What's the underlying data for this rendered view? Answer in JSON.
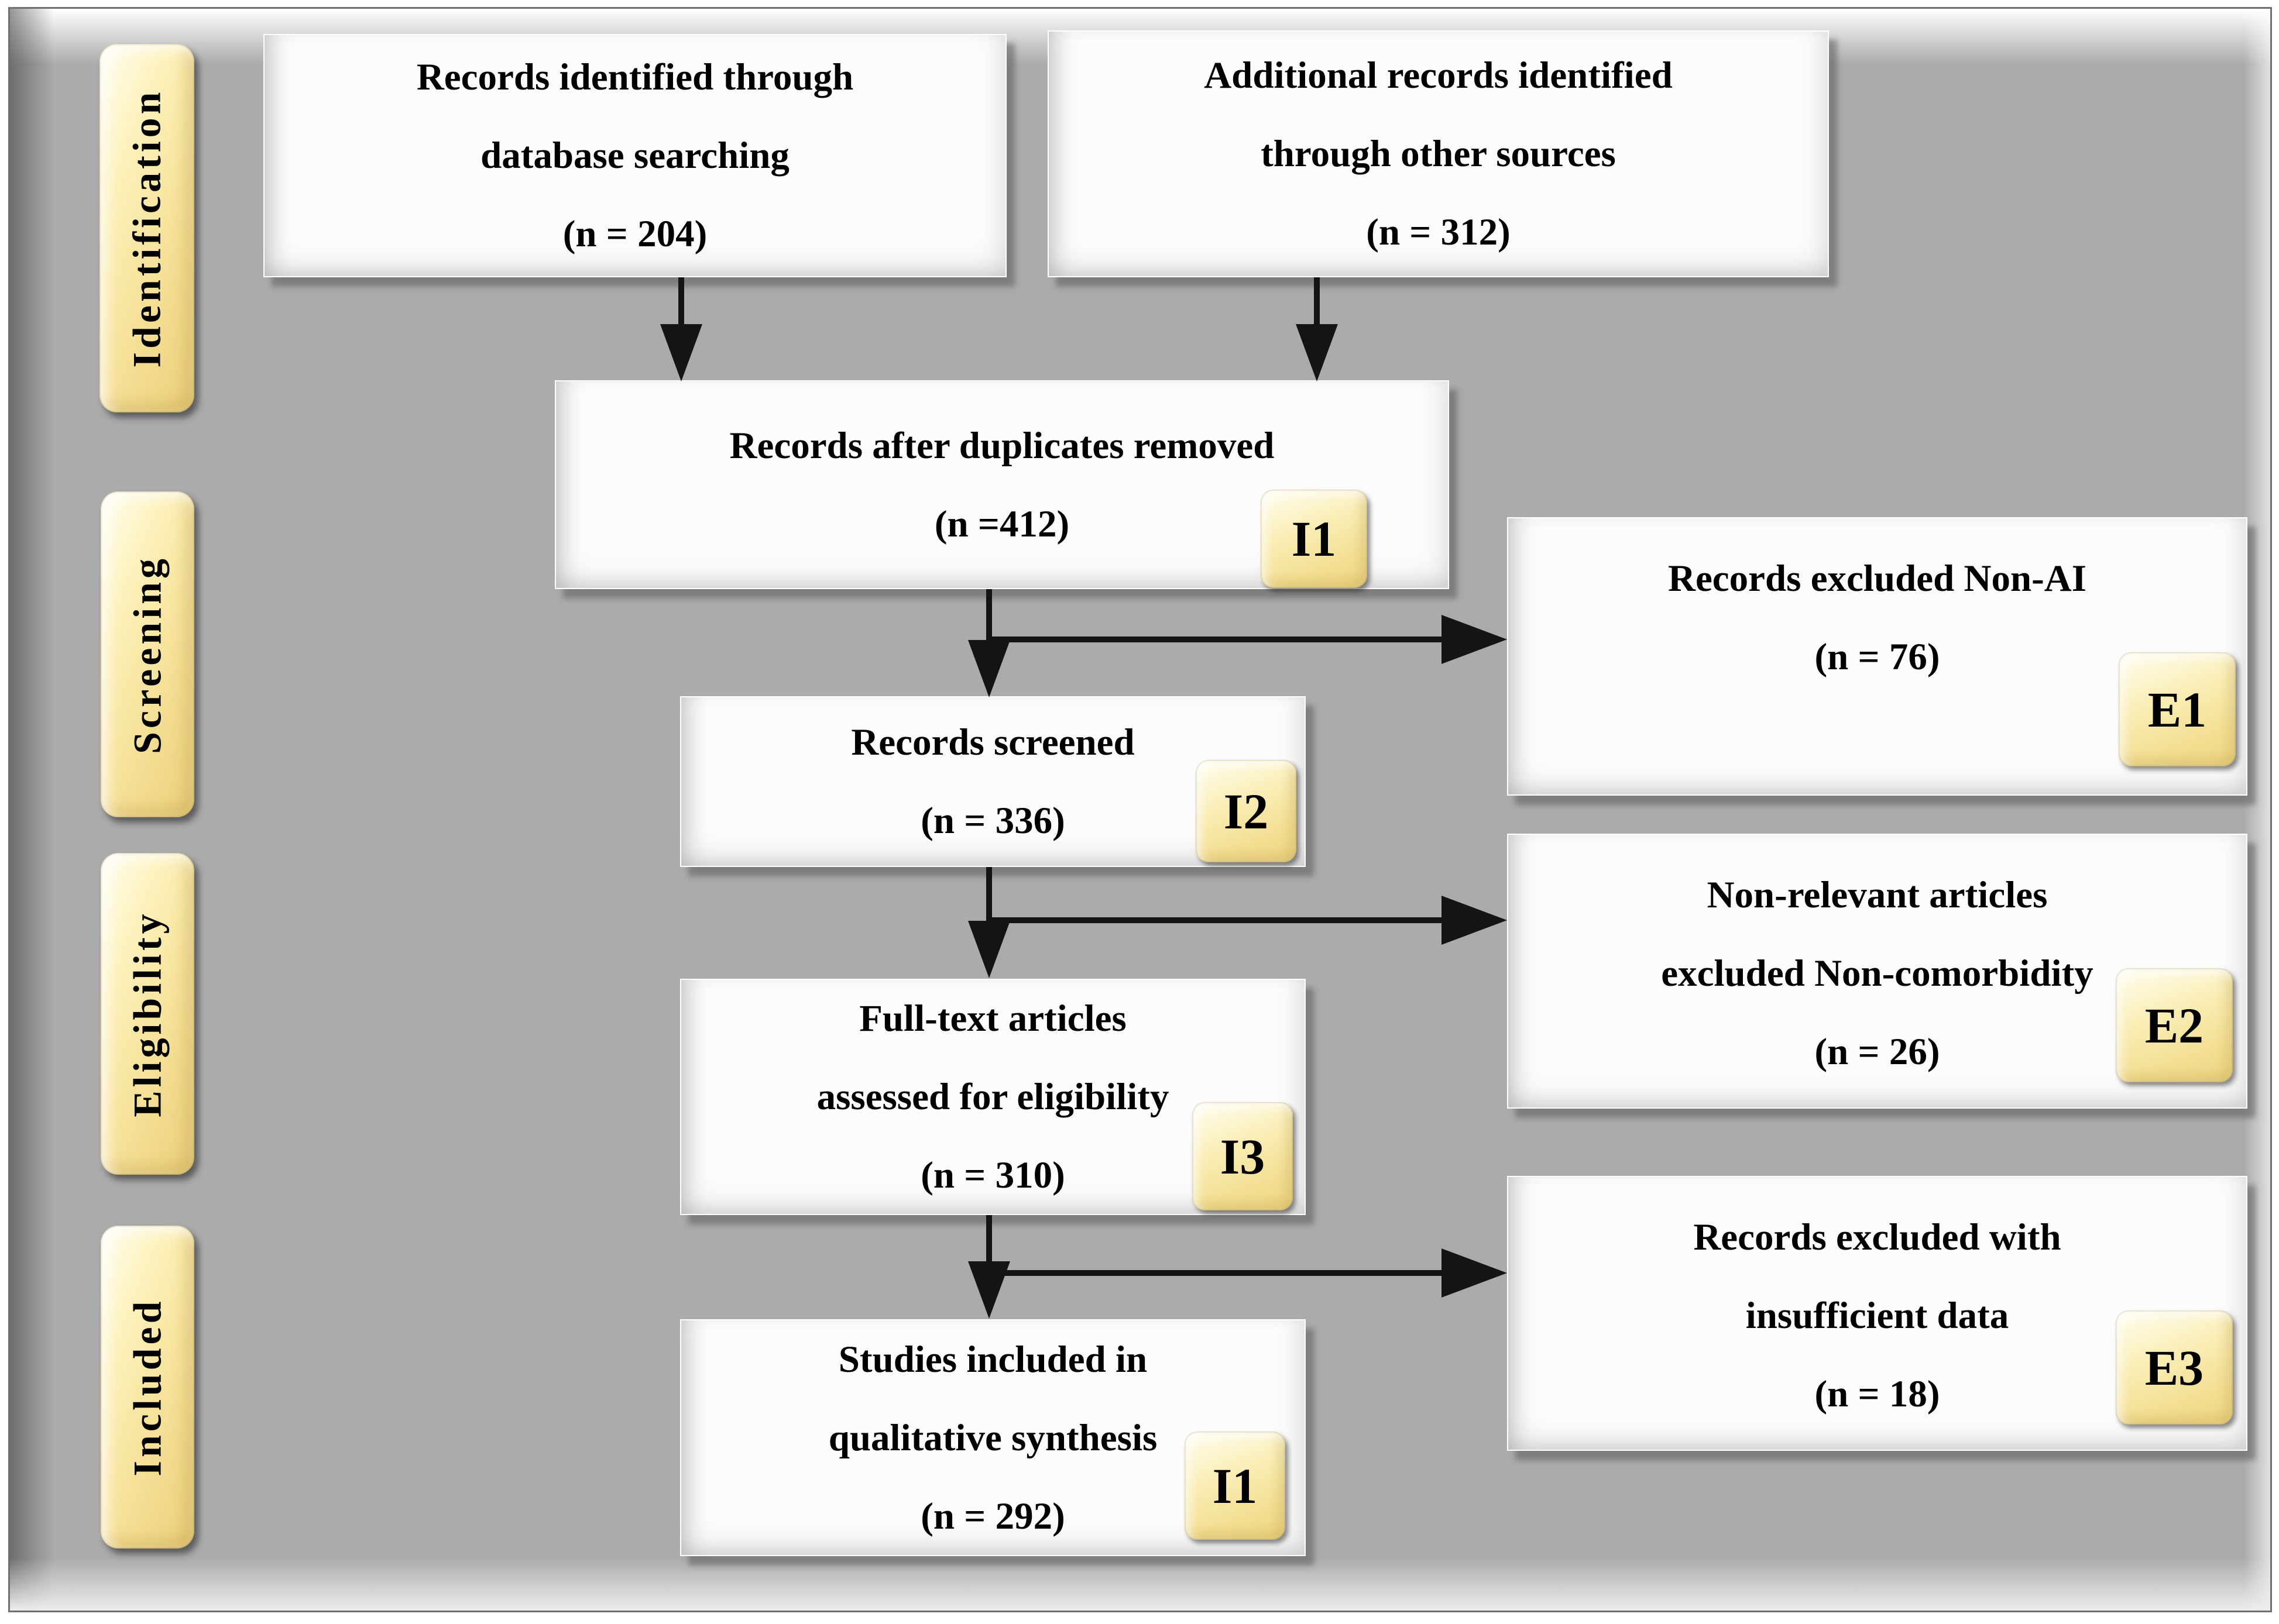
{
  "figure": {
    "kind": "PRISMA flow diagram"
  },
  "sidebar": {
    "identification": "Identification",
    "screening": "Screening",
    "eligibility": "Eligibility",
    "included": "Included"
  },
  "boxes": {
    "db_search": {
      "line1": "Records identified through",
      "line2": "database searching",
      "n": "(n = 204)"
    },
    "other_sources": {
      "line1": "Additional records identified",
      "line2": "through other sources",
      "n": "(n = 312)"
    },
    "duplicates": {
      "line1": "Records after duplicates removed",
      "n": "(n =412)",
      "tag": "I1"
    },
    "screened": {
      "line1": "Records screened",
      "n": "(n = 336)",
      "tag": "I2"
    },
    "fulltext": {
      "line1": "Full-text articles",
      "line2": "assessed for eligibility",
      "n": "(n = 310)",
      "tag": "I3"
    },
    "qualitative": {
      "line1": "Studies included in",
      "line2": "qualitative synthesis",
      "n": "(n = 292)",
      "tag": "I1"
    }
  },
  "exclusions": {
    "e1": {
      "line1": "Records excluded Non-AI",
      "n": "(n = 76)",
      "tag": "E1"
    },
    "e2": {
      "line1": "Non-relevant articles",
      "line2": "excluded Non-comorbidity",
      "n": "(n = 26)",
      "tag": "E2"
    },
    "e3": {
      "line1": "Records excluded with",
      "line2": "insufficient data",
      "n": "(n = 18)",
      "tag": "E3"
    }
  },
  "colors": {
    "canvas_gray": "#ababab",
    "box_white": "#fcfcfc",
    "pill_yellow": "#f5e096",
    "pill_highlight": "#fffdee",
    "arrow_black": "#141414",
    "text_black": "#000000"
  }
}
